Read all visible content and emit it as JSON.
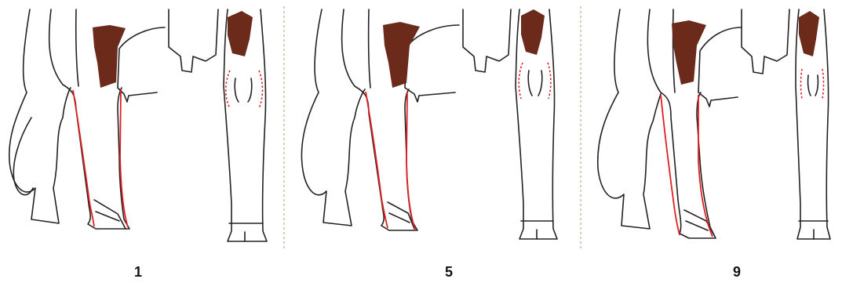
{
  "colors": {
    "outline": "#222222",
    "patch": "#6b2a1a",
    "highlight": "#e02020",
    "separator": "#b89a7a"
  },
  "panels": [
    {
      "label": "1",
      "shape": "straight-hind-leg"
    },
    {
      "label": "5",
      "shape": "intermediate-hind-leg"
    },
    {
      "label": "9",
      "shape": "sickle-hind-leg"
    }
  ]
}
